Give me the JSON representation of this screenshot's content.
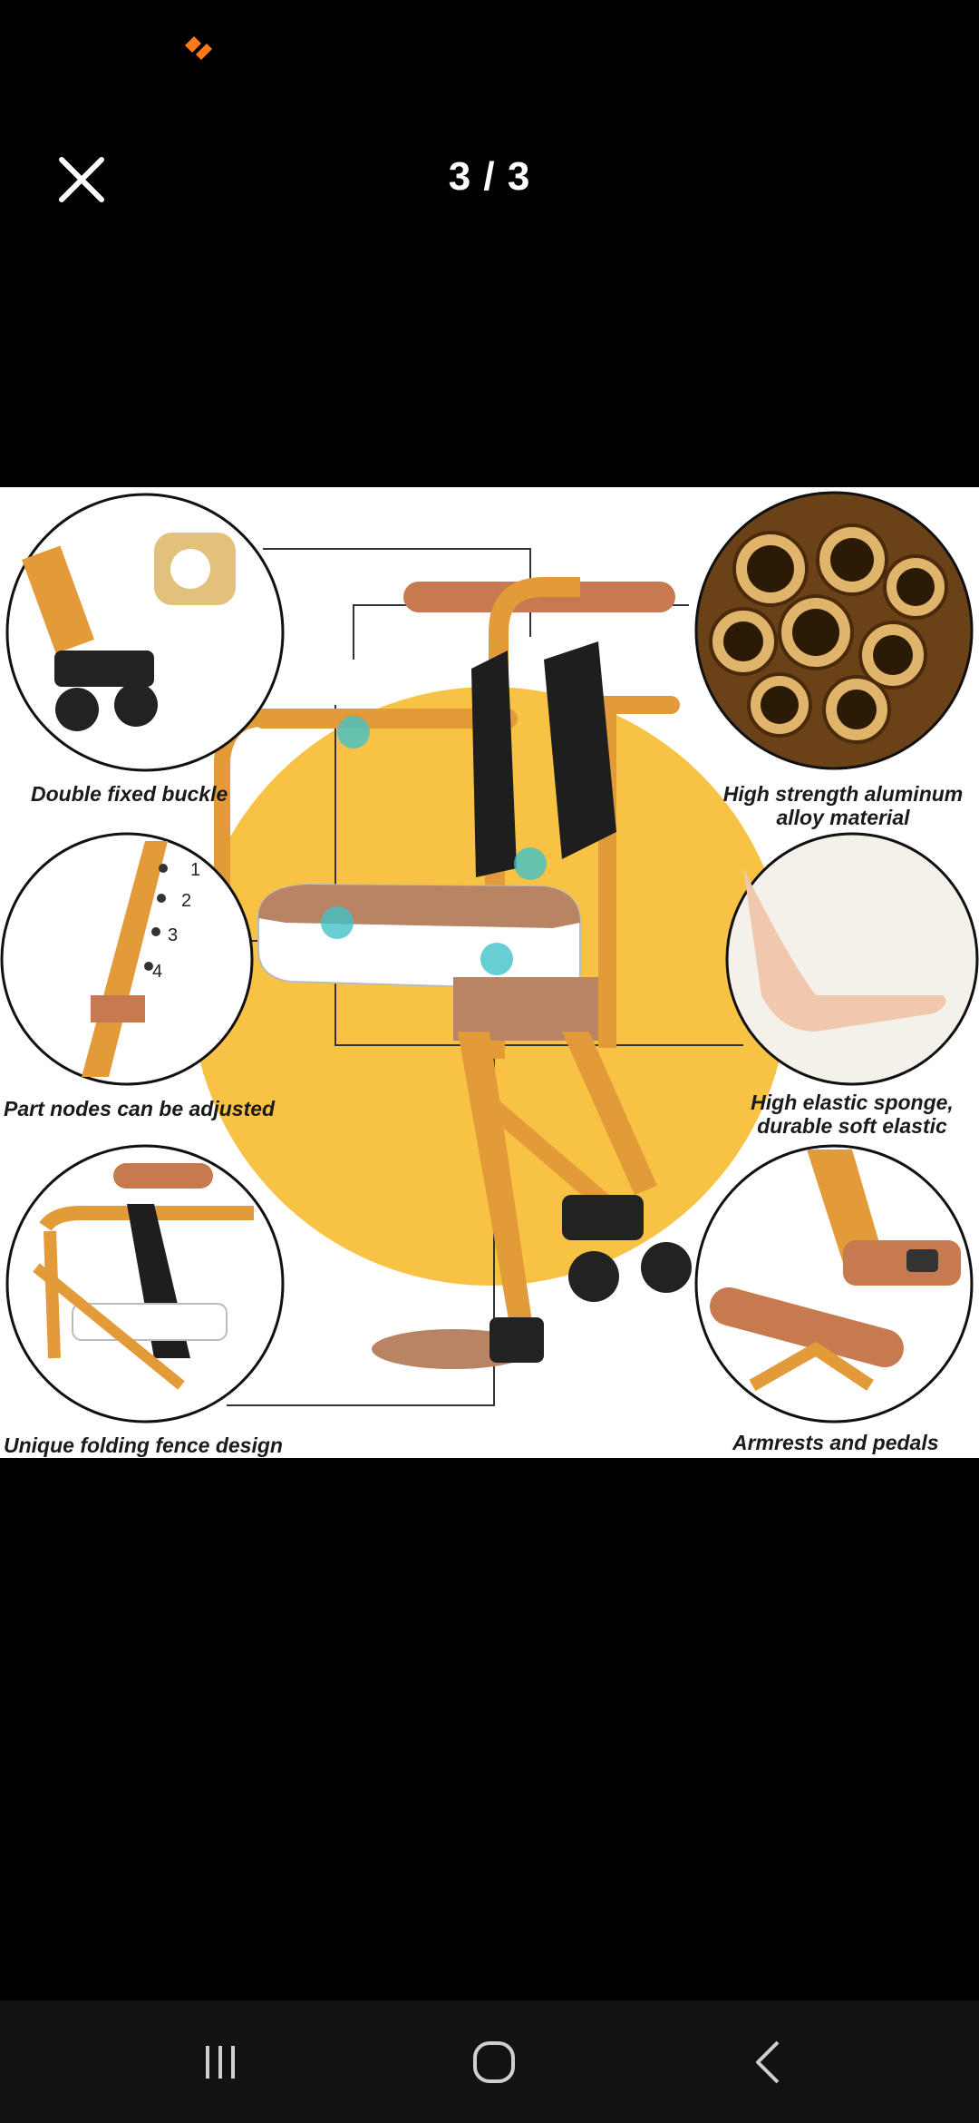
{
  "status": {
    "app_icon": "orange-app-logo-icon"
  },
  "viewer": {
    "close_icon": "close-icon",
    "counter": "3 / 3",
    "image": {
      "captions": {
        "top_left": "Double fixed buckle",
        "top_right_line1": "High strength aluminum",
        "top_right_line2": "alloy material",
        "mid_left": "Part nodes can be adjusted",
        "mid_right_line1": "High elastic sponge,",
        "mid_right_line2": "durable soft elastic",
        "bottom_left": "Unique folding fence design",
        "bottom_right": "Armrests and pedals"
      },
      "node_labels": [
        "1",
        "2",
        "3",
        "4"
      ],
      "colors": {
        "frame": "#e39b3a",
        "frame_dark": "#c77a27",
        "seat_brown": "#b98463",
        "backdrop_yellow": "#f8c344"
      }
    }
  },
  "navbar": {
    "recent_icon": "recent-apps-icon",
    "home_icon": "home-icon",
    "back_icon": "back-icon"
  }
}
